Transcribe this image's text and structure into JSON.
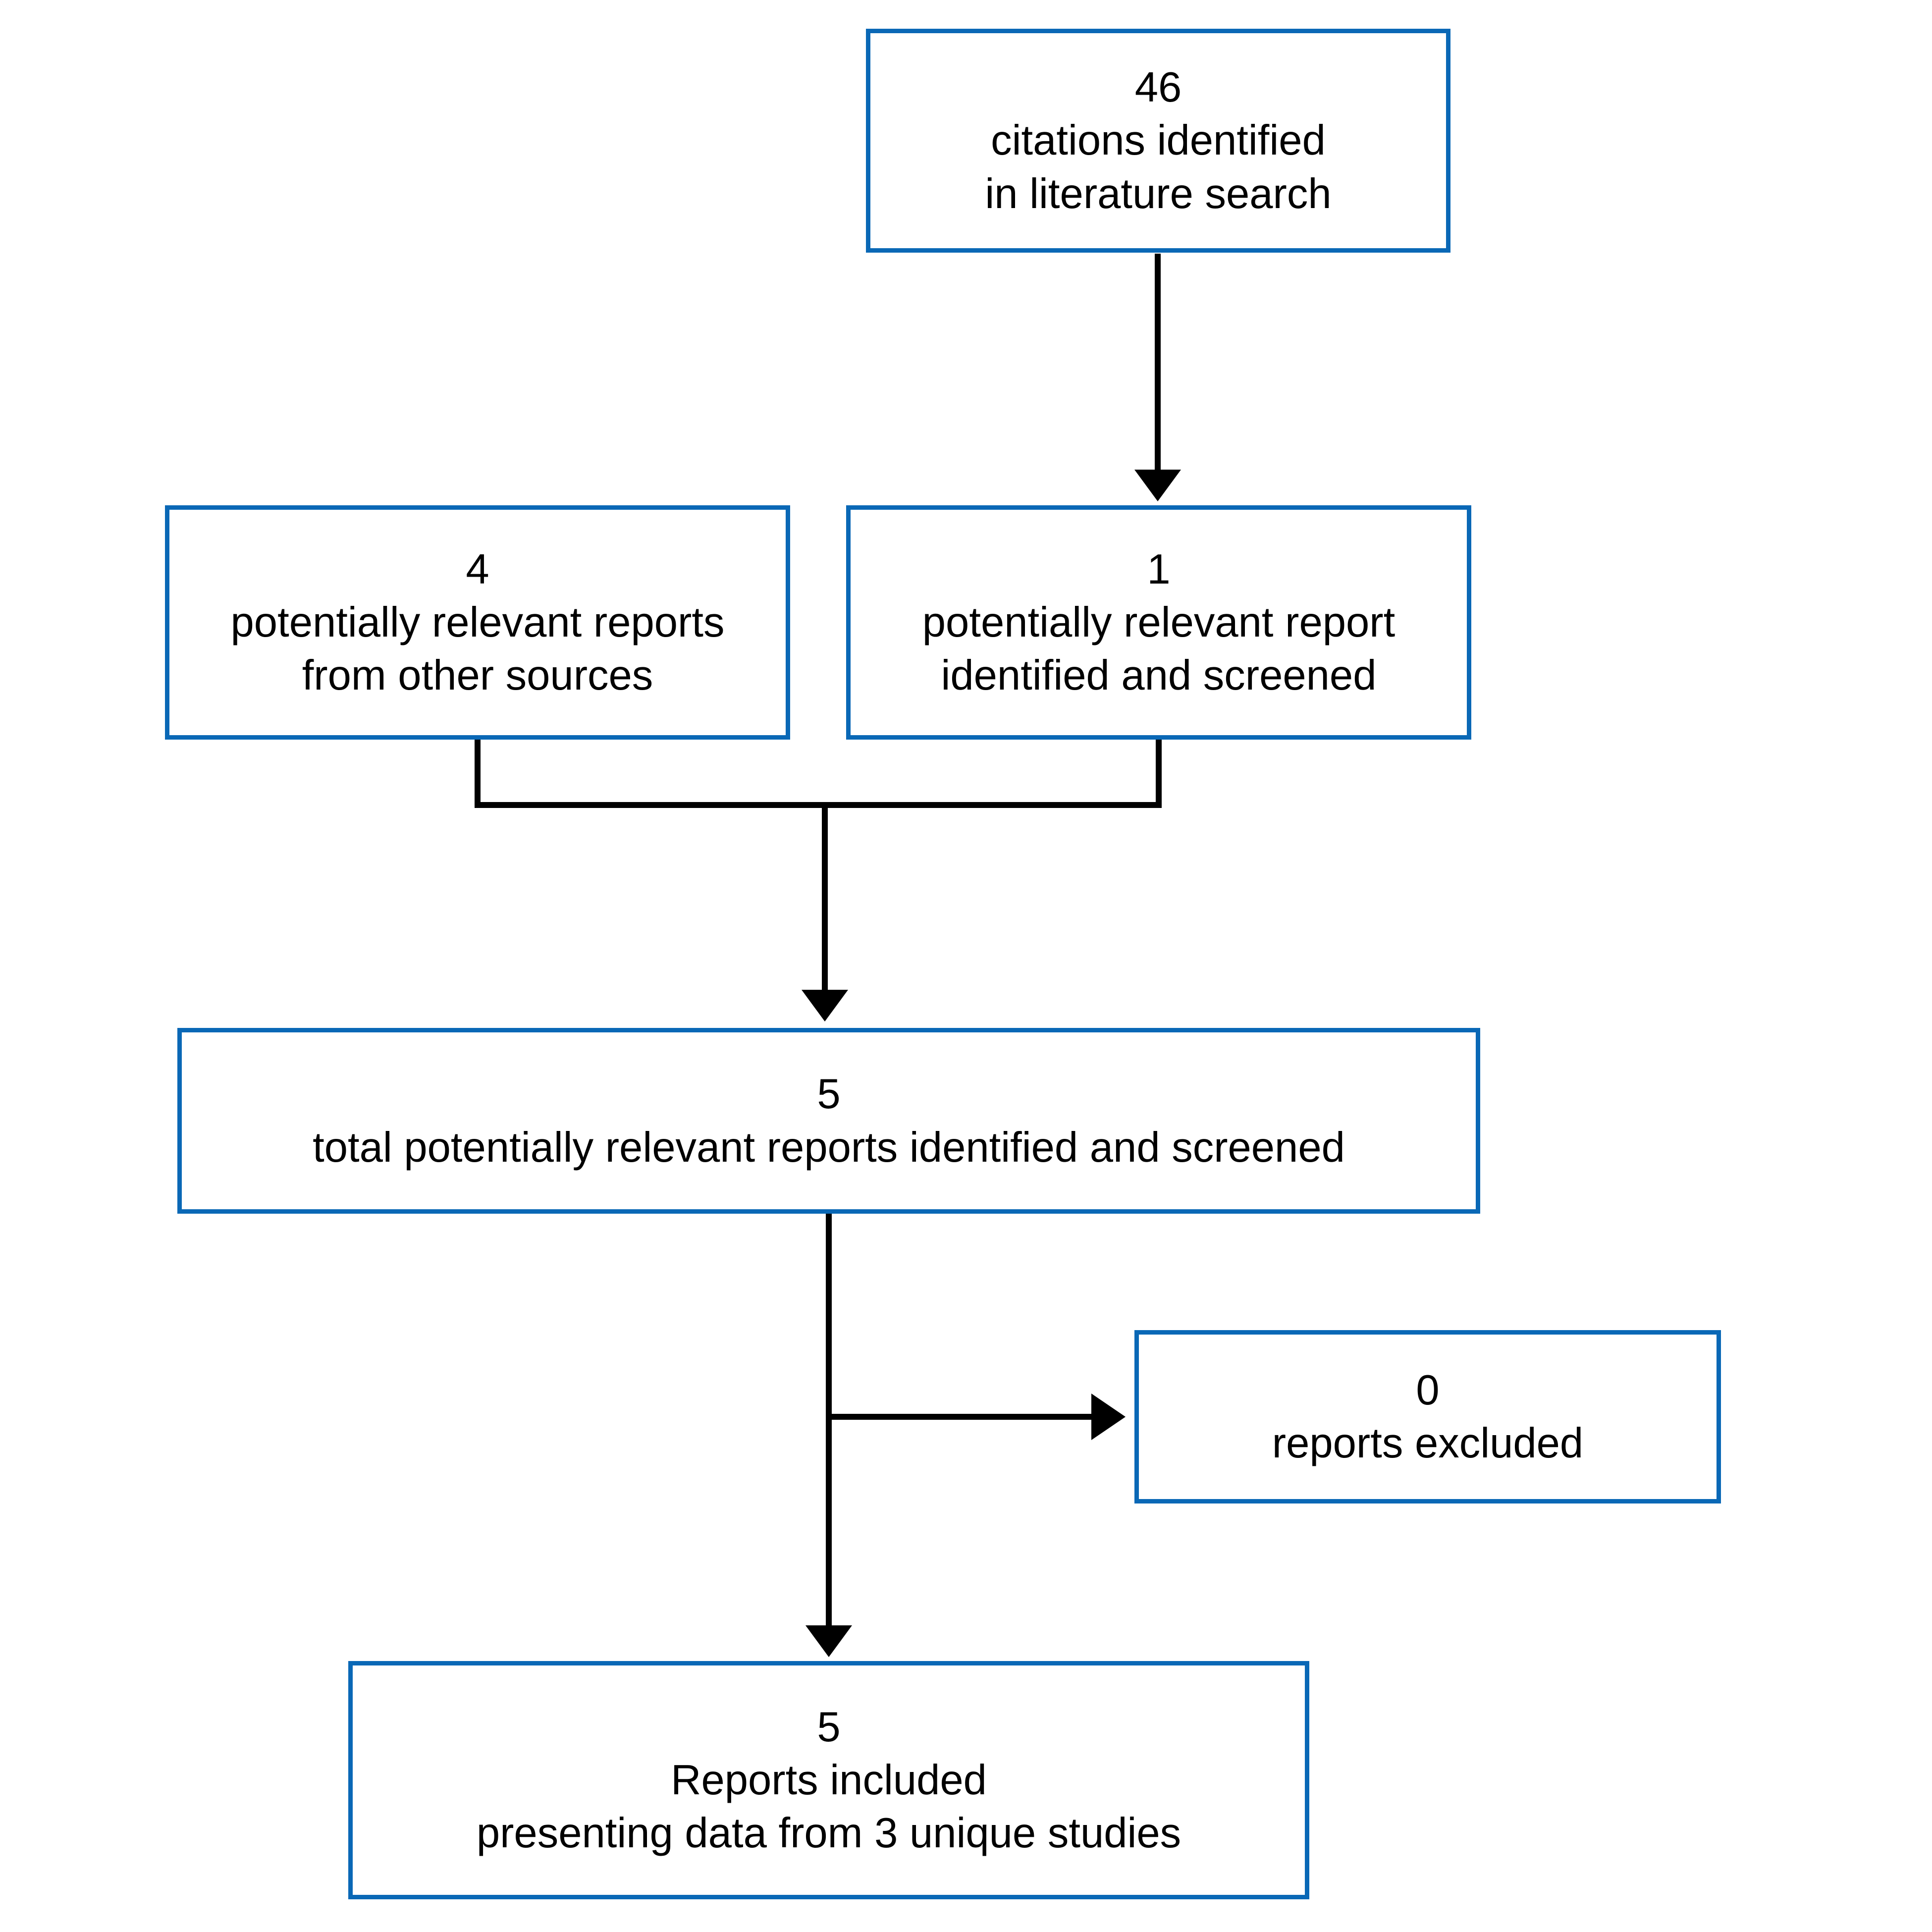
{
  "colors": {
    "box_border": "#0a68b6",
    "connector": "#000000",
    "text": "#000000",
    "background": "#ffffff"
  },
  "boxes": {
    "citations": {
      "lines": [
        "46",
        "citations identified",
        "in literature search"
      ]
    },
    "other_sources": {
      "lines": [
        "4",
        "potentially relevant reports",
        "from other sources"
      ]
    },
    "screened": {
      "lines": [
        "1",
        "potentially relevant report",
        "identified and screened"
      ]
    },
    "total": {
      "lines": [
        "5",
        "total potentially relevant reports identified and screened"
      ]
    },
    "excluded": {
      "lines": [
        "0",
        "reports excluded"
      ]
    },
    "included": {
      "lines": [
        "5",
        "Reports included",
        "presenting data from 3 unique studies"
      ]
    }
  },
  "edges": [
    {
      "from": "citations",
      "to": "screened"
    },
    {
      "from": "other_sources",
      "to": "total"
    },
    {
      "from": "screened",
      "to": "total"
    },
    {
      "from": "total",
      "to": "excluded"
    },
    {
      "from": "total",
      "to": "included"
    }
  ]
}
